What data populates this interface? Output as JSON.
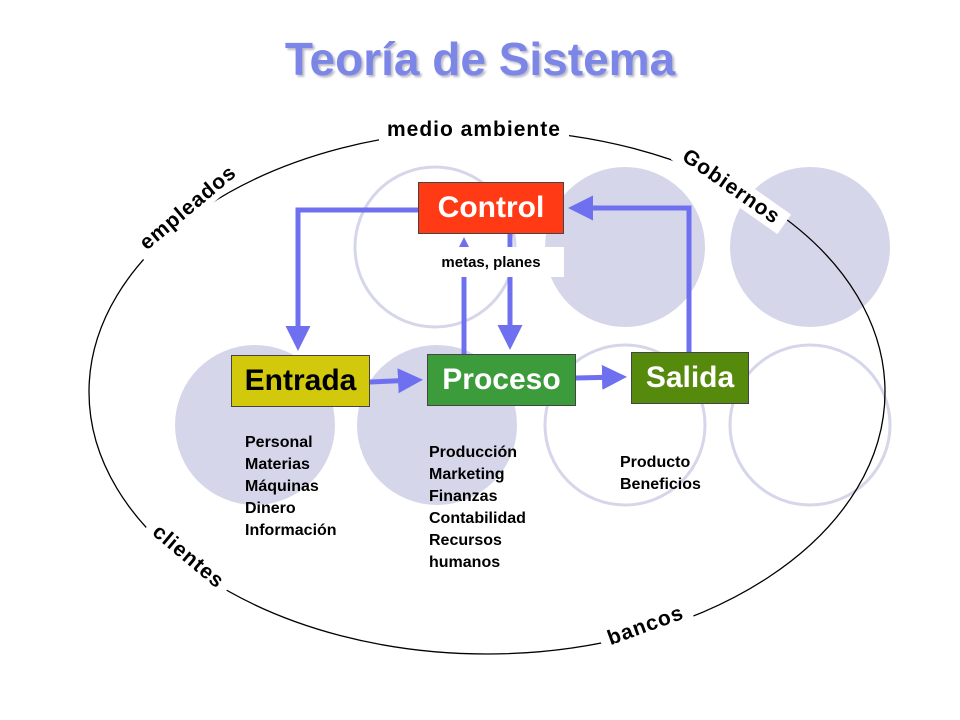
{
  "title": "Teoría de Sistema",
  "environment": {
    "top": "medio ambiente",
    "upper_left": "empleados",
    "upper_right": "Gobiernos",
    "lower_left": "clientes",
    "lower_right": "bancos"
  },
  "boxes": {
    "control": "Control",
    "entrada": "Entrada",
    "proceso": "Proceso",
    "salida": "Salida"
  },
  "control_note": "metas, planes",
  "lists": {
    "entrada": [
      "Personal",
      "Materias",
      "Máquinas",
      "Dinero",
      "Información"
    ],
    "proceso": [
      "Producción",
      "Marketing",
      "Finanzas",
      "Contabilidad",
      "Recursos",
      "humanos"
    ],
    "salida": [
      "Producto",
      "Beneficios"
    ]
  },
  "colors": {
    "title": "#7b86e6",
    "arrow": "#6f70f0",
    "circle_fill": "#d6d6ea",
    "control": "#ff3a14",
    "entrada": "#d2c90c",
    "proceso": "#3c9c3c",
    "salida": "#568a0c"
  }
}
